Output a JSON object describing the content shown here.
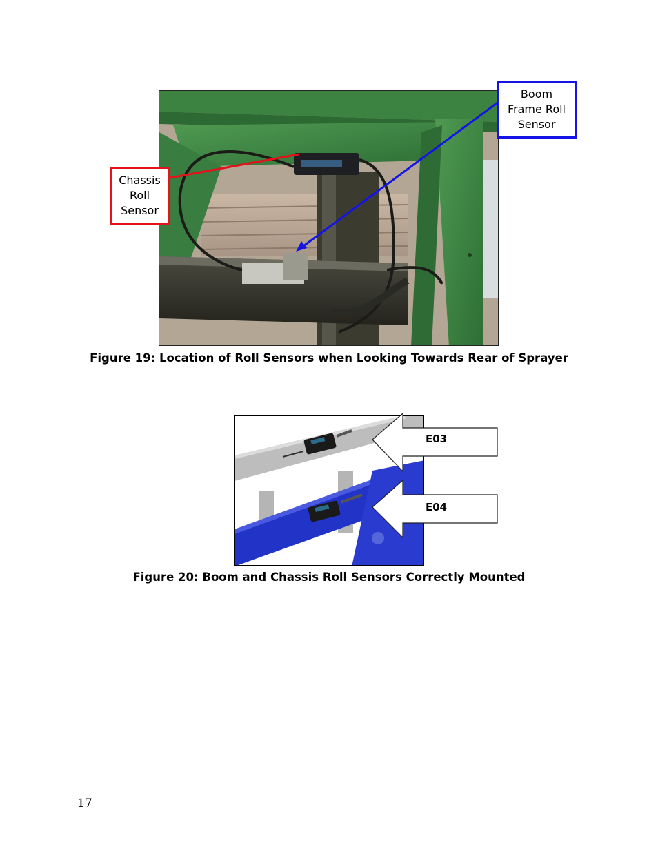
{
  "figure19": {
    "callouts": {
      "chassis": "Chassis\nRoll\nSensor",
      "boom": "Boom\nFrame Roll\nSensor"
    },
    "caption": "Figure 19:  Location of Roll Sensors when Looking Towards Rear of Sprayer"
  },
  "figure20": {
    "labels": {
      "top": "E03",
      "bottom": "E04"
    },
    "caption": "Figure 20: Boom and Chassis Roll Sensors Correctly Mounted"
  },
  "page_number": "17",
  "colors": {
    "red_callout": "#e3121b",
    "blue_callout": "#1414e6",
    "boom_blue": "#2233c8",
    "frame_green": "#3f8a45"
  }
}
